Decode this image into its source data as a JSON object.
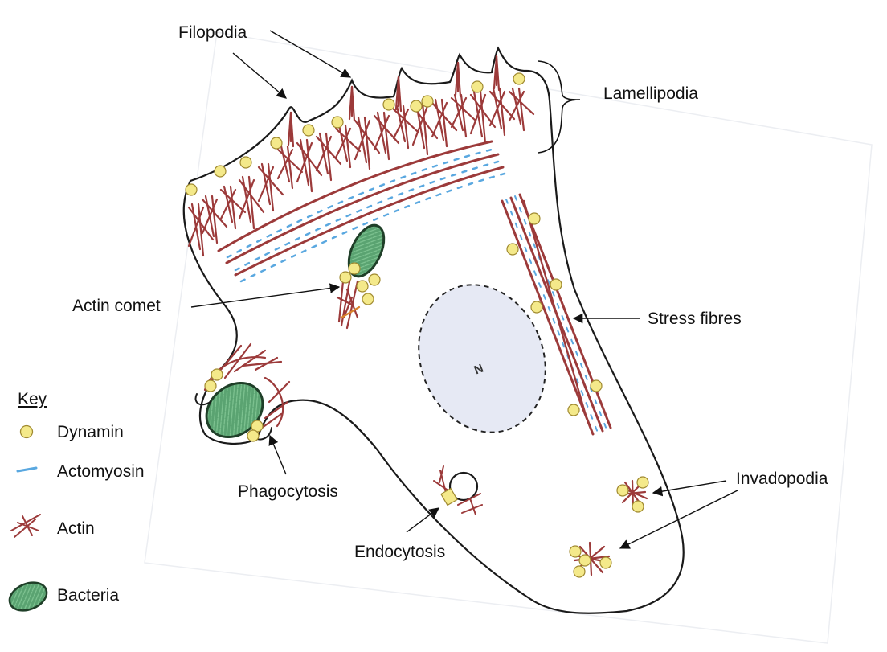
{
  "labels": {
    "filopodia": "Filopodia",
    "lamellipodia": "Lamellipodia",
    "actin_comet": "Actin comet",
    "stress_fibres": "Stress fibres",
    "phagocytosis": "Phagocytosis",
    "endocytosis": "Endocytosis",
    "invadopodia": "Invadopodia",
    "nucleus": "N"
  },
  "key": {
    "title": "Key",
    "items": [
      {
        "label": "Dynamin",
        "icon": "dynamin-icon"
      },
      {
        "label": "Actomyosin",
        "icon": "actomyosin-icon"
      },
      {
        "label": "Actin",
        "icon": "actin-icon"
      },
      {
        "label": "Bacteria",
        "icon": "bacteria-icon"
      }
    ]
  },
  "colors": {
    "membrane": "#1a1a1a",
    "actin": "#9c3a3a",
    "actomyosin": "#5aa8e0",
    "dynamin_fill": "#f4e98a",
    "dynamin_stroke": "#a08a30",
    "bacteria_fill": "#5aa371",
    "bacteria_stroke": "#1f3f28",
    "nucleus_fill": "#e6e9f4"
  }
}
